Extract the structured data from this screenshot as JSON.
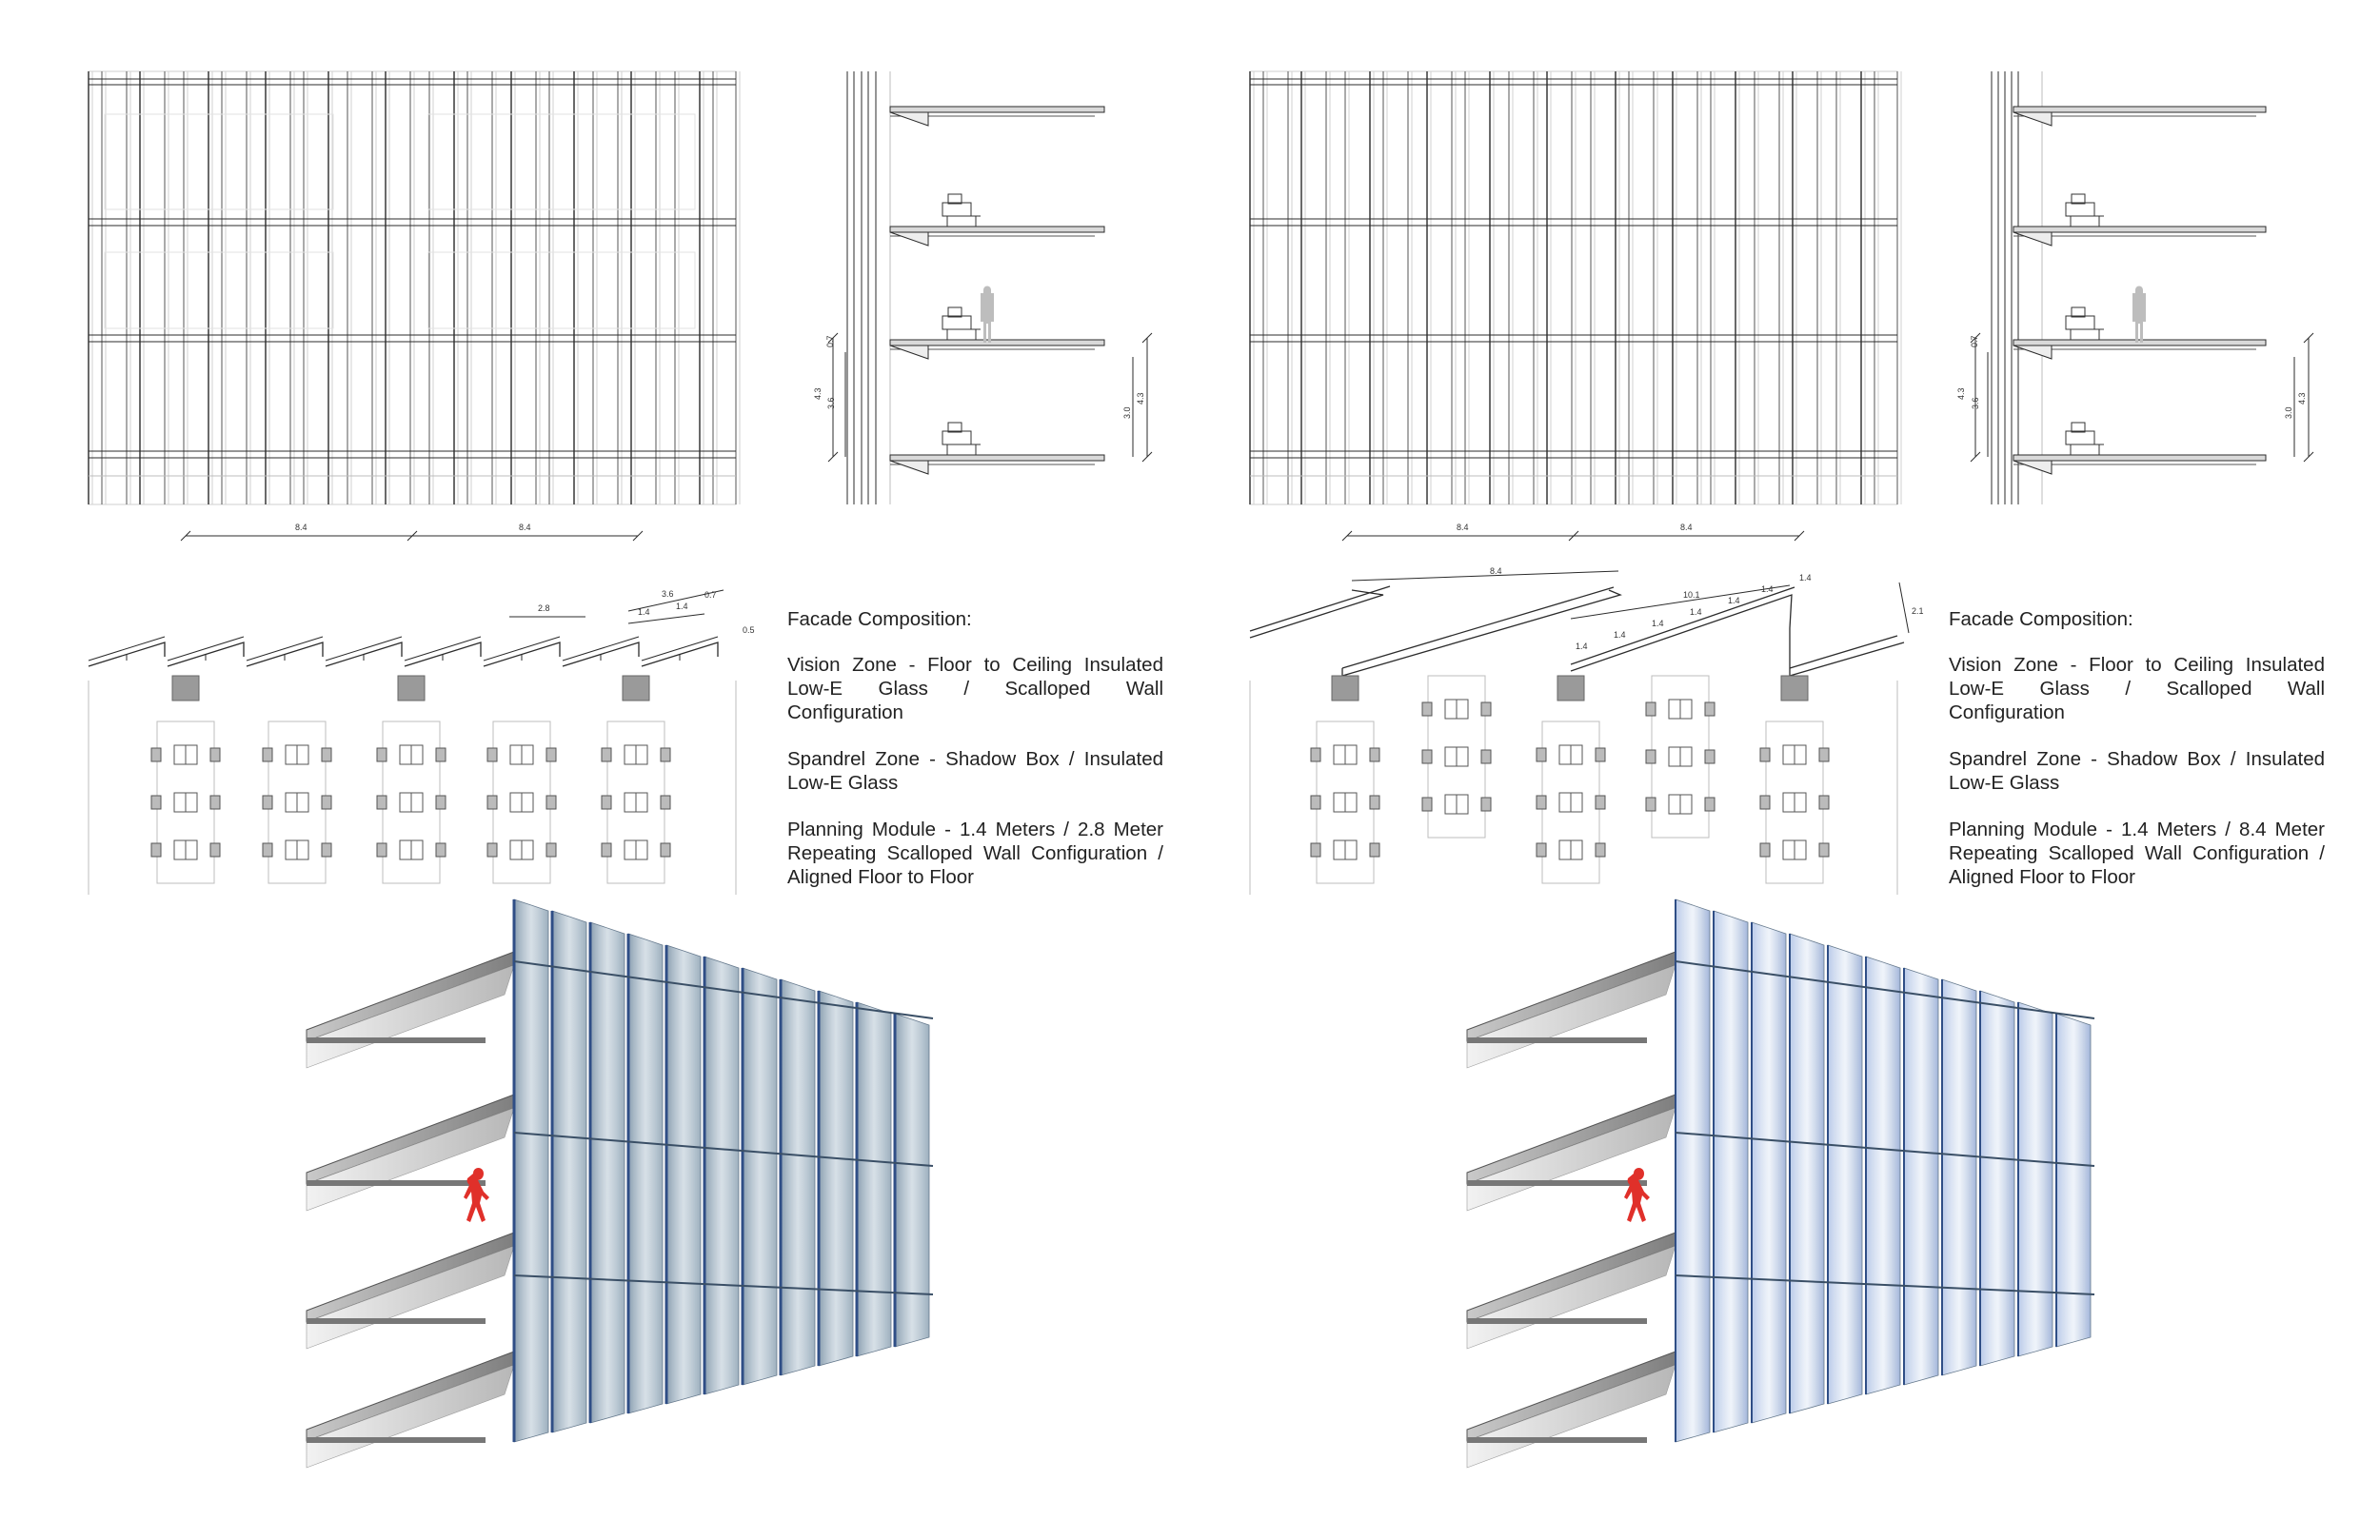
{
  "left": {
    "elevation_dims": [
      "8.4",
      "8.4"
    ],
    "section_dims": [
      "0.7",
      "4.3",
      "3.6",
      "3.0",
      "4.3"
    ],
    "plan_dims": [
      "2.8",
      "3.6",
      "1.4",
      "1.4",
      "0.7",
      "0.5"
    ],
    "description": {
      "heading": "Facade Composition:",
      "vision": "Vision Zone - Floor to Ceiling Insulated Low-E Glass / Scalloped Wall Configuration",
      "spandrel": "Spandrel Zone - Shadow Box / Insulated Low-E Glass",
      "module": "Planning Module - 1.4 Meters / 2.8 Meter Repeating Scalloped Wall Configuration / Aligned Floor to Floor"
    }
  },
  "right": {
    "elevation_dims": [
      "8.4",
      "8.4"
    ],
    "section_dims": [
      "0.7",
      "4.3",
      "3.6",
      "3.0",
      "4.3"
    ],
    "plan_dims": [
      "8.4",
      "10.1",
      "1.4",
      "1.4",
      "1.4",
      "1.4",
      "1.4",
      "1.4",
      "1.4",
      "2.1"
    ],
    "description": {
      "heading": "Facade Composition:",
      "vision": "Vision Zone - Floor to Ceiling Insulated Low-E Glass / Scalloped Wall Configuration",
      "spandrel": "Spandrel Zone - Shadow Box / Insulated Low-E Glass",
      "module": "Planning Module - 1.4 Meters / 8.4 Meter Repeating Scalloped Wall Configuration / Aligned Floor to Floor"
    }
  },
  "colors": {
    "line": "#2b2b2b",
    "light_line": "#c8c8c8",
    "glass": "#8aa3b5",
    "glass_blue": "#3f63a8",
    "slab": "#8d8d8d",
    "figure": "#e0302a"
  }
}
